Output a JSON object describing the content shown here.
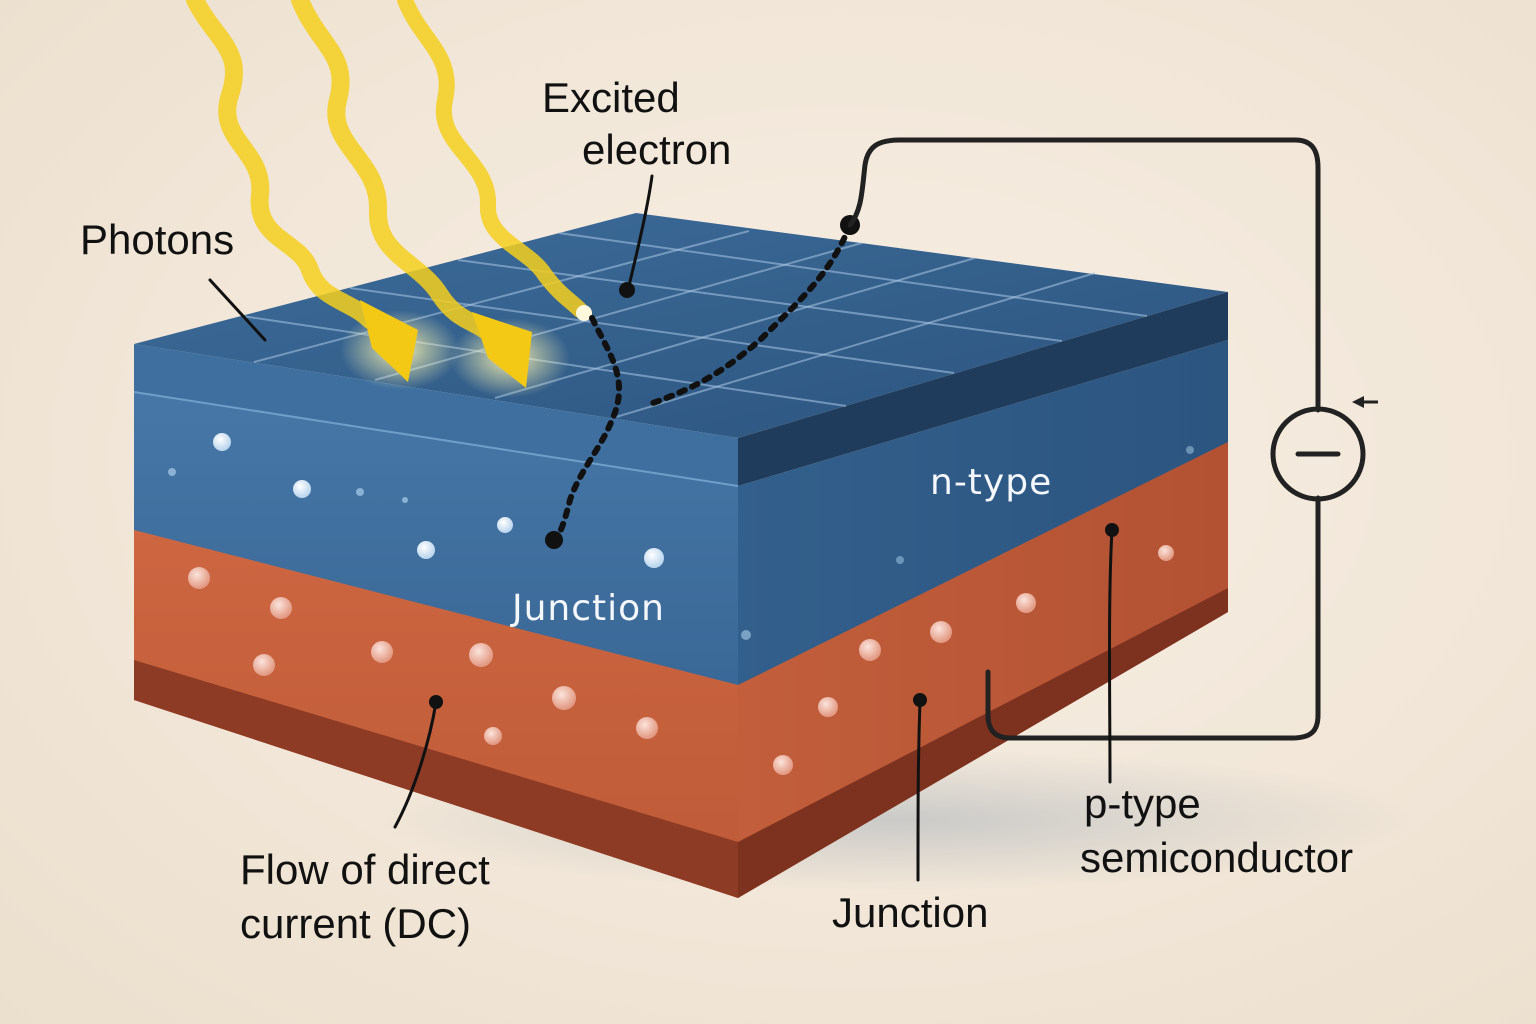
{
  "labels": {
    "photons": "Photons",
    "excited_electron_line1": "Excited",
    "excited_electron_line2": "electron",
    "n_type": "n-type",
    "junction_inner": "Junction",
    "flow_line1": "Flow of direct",
    "flow_line2": "current (DC)",
    "junction_bottom": "Junction",
    "p_type_line1": "p-type",
    "p_type_line2": "semiconductor"
  },
  "icons": {
    "meter": "ammeter-icon",
    "arrow": "arrow-left-icon"
  },
  "colors": {
    "n_layer": "#3f6e9c",
    "n_top": "#3a6896",
    "p_layer": "#c6603c",
    "p_base": "#8e3b26",
    "photon": "#f5cf1f",
    "wire": "#222222"
  }
}
